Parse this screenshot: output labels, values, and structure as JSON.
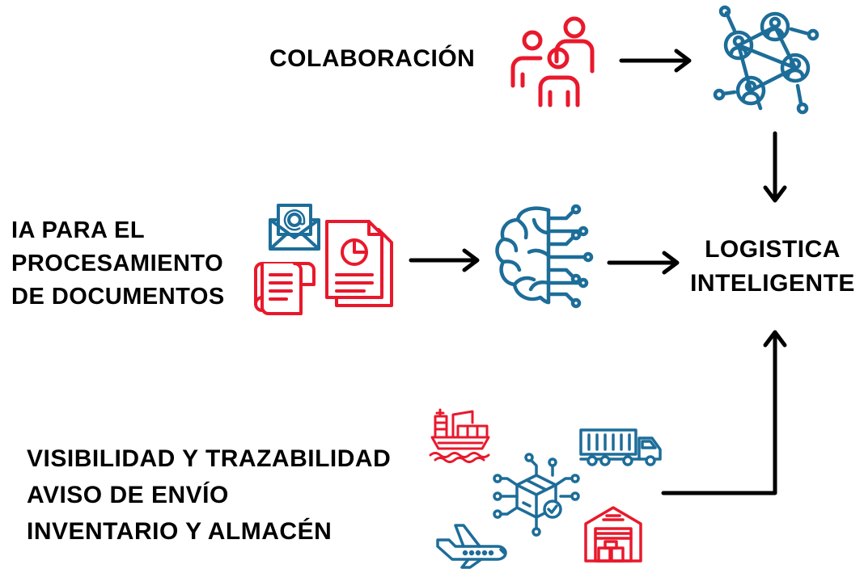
{
  "nodes": {
    "colaboracion": {
      "label": "COLABORACIÓN"
    },
    "ia": {
      "lines": [
        "IA PARA EL",
        "PROCESAMIENTO",
        "DE DOCUMENTOS"
      ]
    },
    "logistica": {
      "lines": [
        "LOGISTICA",
        "INTELIGENTE"
      ]
    },
    "visibilidad": {
      "lines": [
        "VISIBILIDAD Y TRAZABILIDAD",
        "AVISO DE ENVÍO",
        "INVENTARIO Y ALMACÉN"
      ]
    }
  },
  "icons": {
    "people": "people-group-icon",
    "network": "people-network-icon",
    "email": "email-icon",
    "document": "document-chart-icon",
    "receipt": "receipt-icon",
    "brain": "ai-brain-icon",
    "ship": "cargo-ship-icon",
    "truck": "container-truck-icon",
    "package": "package-network-icon",
    "plane": "airplane-icon",
    "warehouse": "warehouse-icon"
  },
  "colors": {
    "red": "#e8192c",
    "blue": "#1d6d99",
    "arrow": "#000000"
  }
}
